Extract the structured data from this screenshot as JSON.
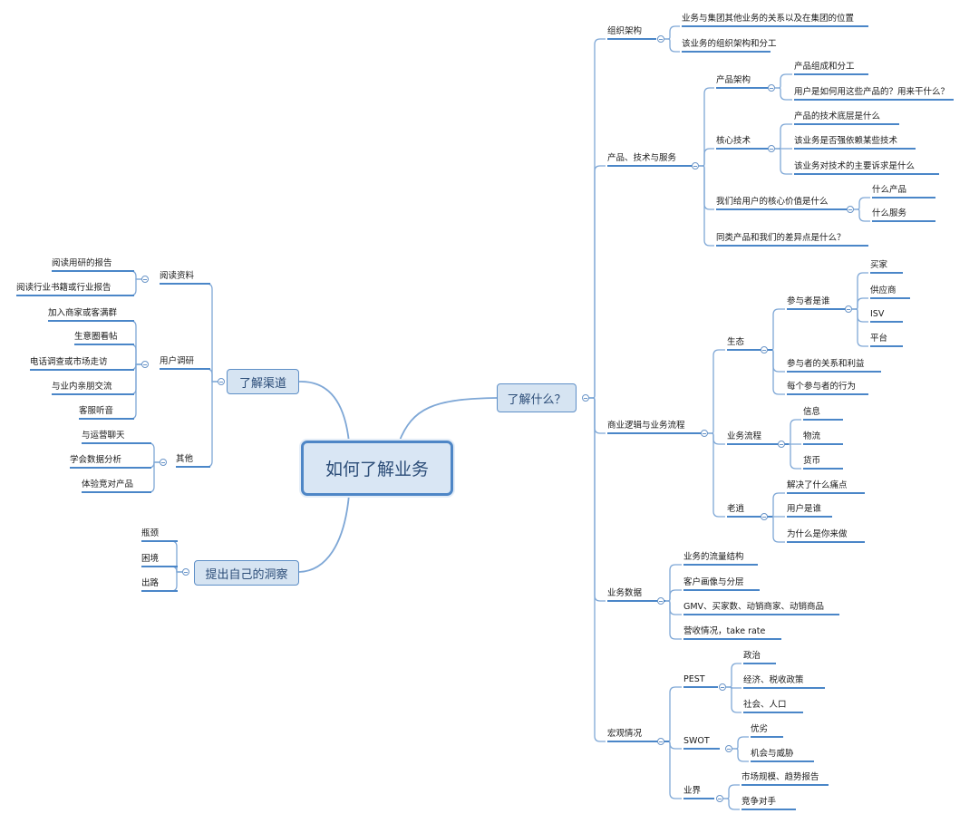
{
  "root": "如何了解业务",
  "left": [
    {
      "label": "了解渠道",
      "groups": [
        {
          "label": "阅读资料",
          "items": [
            "阅读用研的报告",
            "阅读行业书籍或行业报告"
          ]
        },
        {
          "label": "用户调研",
          "items": [
            "加入商家或客满群",
            "生意圈看帖",
            "电话调查或市场走访",
            "与业内亲朋交流",
            "客服听音"
          ]
        },
        {
          "label": "其他",
          "items": [
            "与运营聊天",
            "学会数据分析",
            "体验竞对产品"
          ]
        }
      ]
    },
    {
      "label": "提出自己的洞察",
      "items": [
        "瓶颈",
        "困境",
        "出路"
      ]
    }
  ],
  "right": {
    "label": "了解什么？",
    "sections": [
      {
        "label": "组织架构",
        "items": [
          "业务与集团其他业务的关系以及在集团的位置",
          "该业务的组织架构和分工"
        ]
      },
      {
        "label": "产品、技术与服务",
        "children": [
          {
            "label": "产品架构",
            "items": [
              "产品组成和分工",
              "用户是如何用这些产品的？用来干什么？"
            ]
          },
          {
            "label": "核心技术",
            "items": [
              "产品的技术底层是什么",
              "该业务是否强依赖某些技术",
              "该业务对技术的主要诉求是什么"
            ]
          },
          {
            "label": "我们给用户的核心价值是什么",
            "items": [
              "什么产品",
              "什么服务"
            ]
          },
          {
            "label": "同类产品和我们的差异点是什么？"
          }
        ]
      },
      {
        "label": "商业逻辑与业务流程",
        "children": [
          {
            "label": "生态",
            "children": [
              {
                "label": "参与者是谁",
                "items": [
                  "买家",
                  "供应商",
                  "ISV",
                  "平台"
                ]
              },
              {
                "label": "参与者的关系和利益"
              },
              {
                "label": "每个参与者的行为"
              }
            ]
          },
          {
            "label": "业务流程",
            "items": [
              "信息",
              "物流",
              "货币"
            ]
          },
          {
            "label": "老逍",
            "items": [
              "解决了什么痛点",
              "用户是谁",
              "为什么是你来做"
            ]
          }
        ]
      },
      {
        "label": "业务数据",
        "items": [
          "业务的流量结构",
          "客户画像与分层",
          "GMV、买家数、动销商家、动销商品",
          "营收情况，take rate"
        ]
      },
      {
        "label": "宏观情况",
        "children": [
          {
            "label": "PEST",
            "items": [
              "政治",
              "经济、税收政策",
              "社会、人口"
            ]
          },
          {
            "label": "SWOT",
            "items": [
              "优劣",
              "机会与威胁"
            ]
          },
          {
            "label": "业界",
            "items": [
              "市场规模、趋势报告",
              "竞争对手"
            ]
          }
        ]
      }
    ]
  }
}
